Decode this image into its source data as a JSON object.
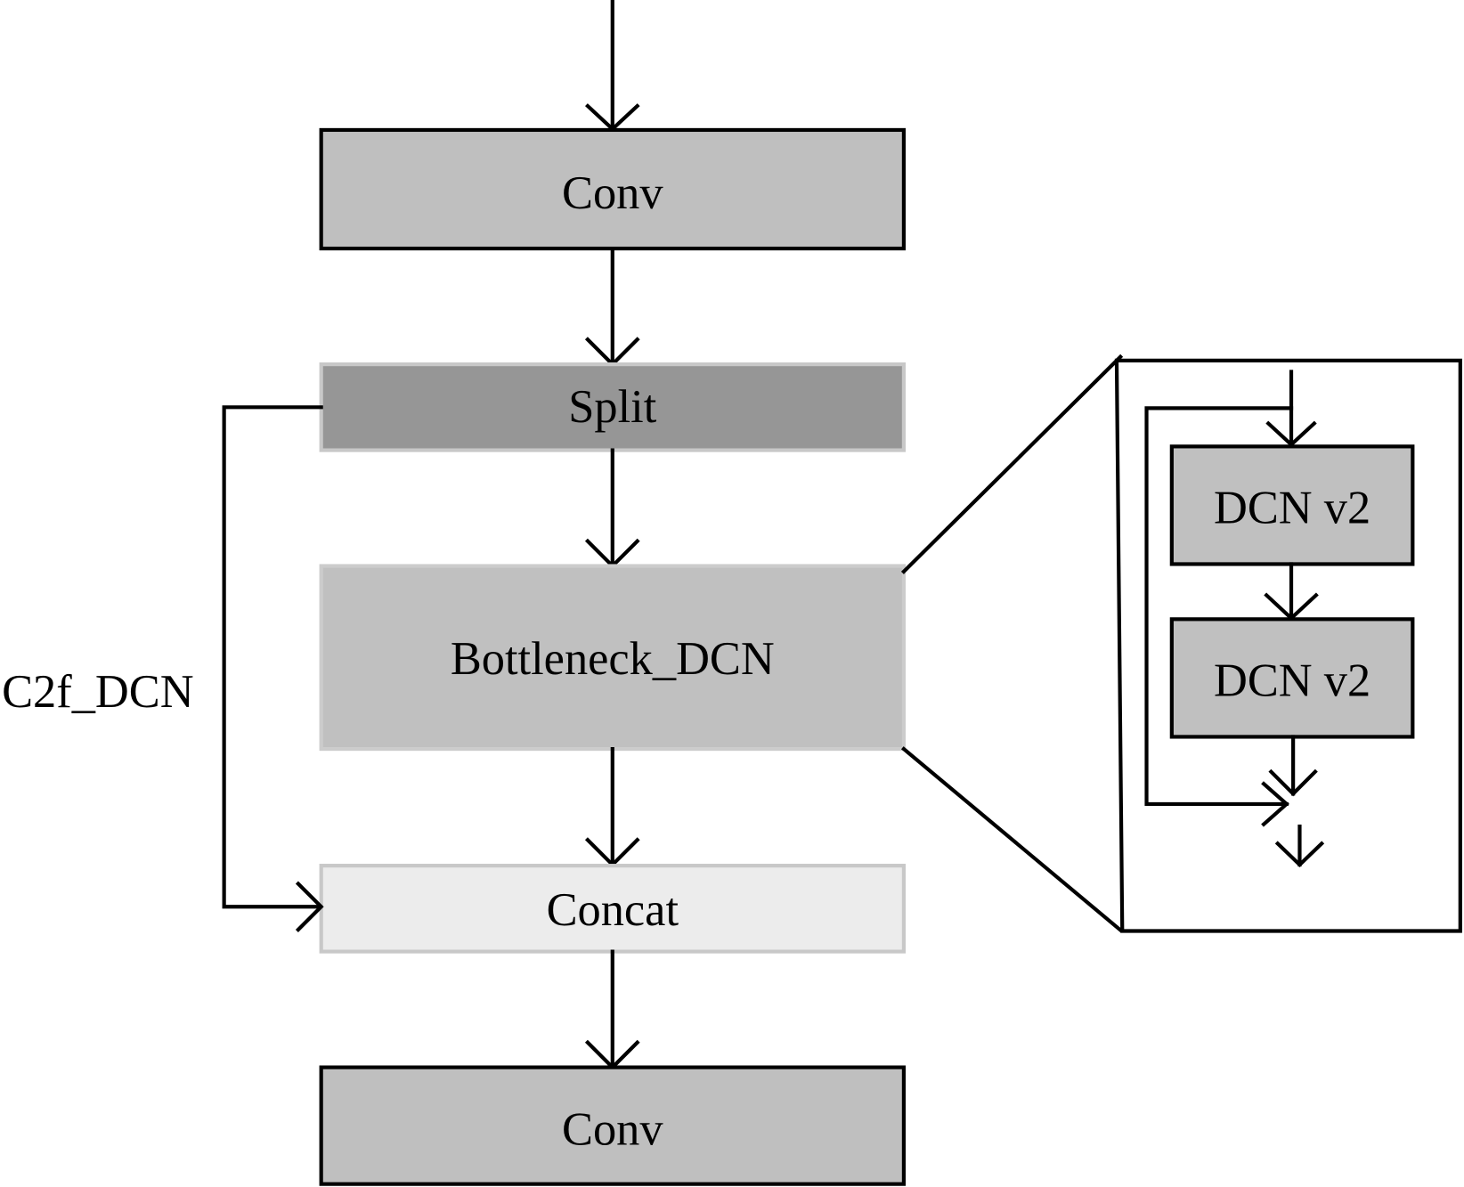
{
  "diagram": {
    "side_label": "C2f_DCN",
    "main_blocks": [
      {
        "id": "conv_top",
        "label": "Conv",
        "fill": "#bfbfbf",
        "border": "#000000"
      },
      {
        "id": "split",
        "label": "Split",
        "fill": "#969696",
        "border": "#c8c8c8"
      },
      {
        "id": "bottleneck",
        "label": "Bottleneck_DCN",
        "fill": "#c0c0c0",
        "border": "#cccccc"
      },
      {
        "id": "concat",
        "label": "Concat",
        "fill": "#ececec",
        "border": "#c8c8c8"
      },
      {
        "id": "conv_bottom",
        "label": "Conv",
        "fill": "#bfbfbf",
        "border": "#000000"
      }
    ],
    "detail_blocks": [
      {
        "id": "dcn1",
        "label": "DCN v2",
        "fill": "#c0c0c0"
      },
      {
        "id": "dcn2",
        "label": "DCN v2",
        "fill": "#c0c0c0"
      }
    ],
    "connections": [
      "input -> Conv",
      "Conv -> Split",
      "Split -> Bottleneck_DCN",
      "Split -> Concat (skip)",
      "Bottleneck_DCN -> Concat",
      "Concat -> Conv",
      "DCN v2 -> DCN v2",
      "residual add around DCN v2 pair"
    ]
  }
}
